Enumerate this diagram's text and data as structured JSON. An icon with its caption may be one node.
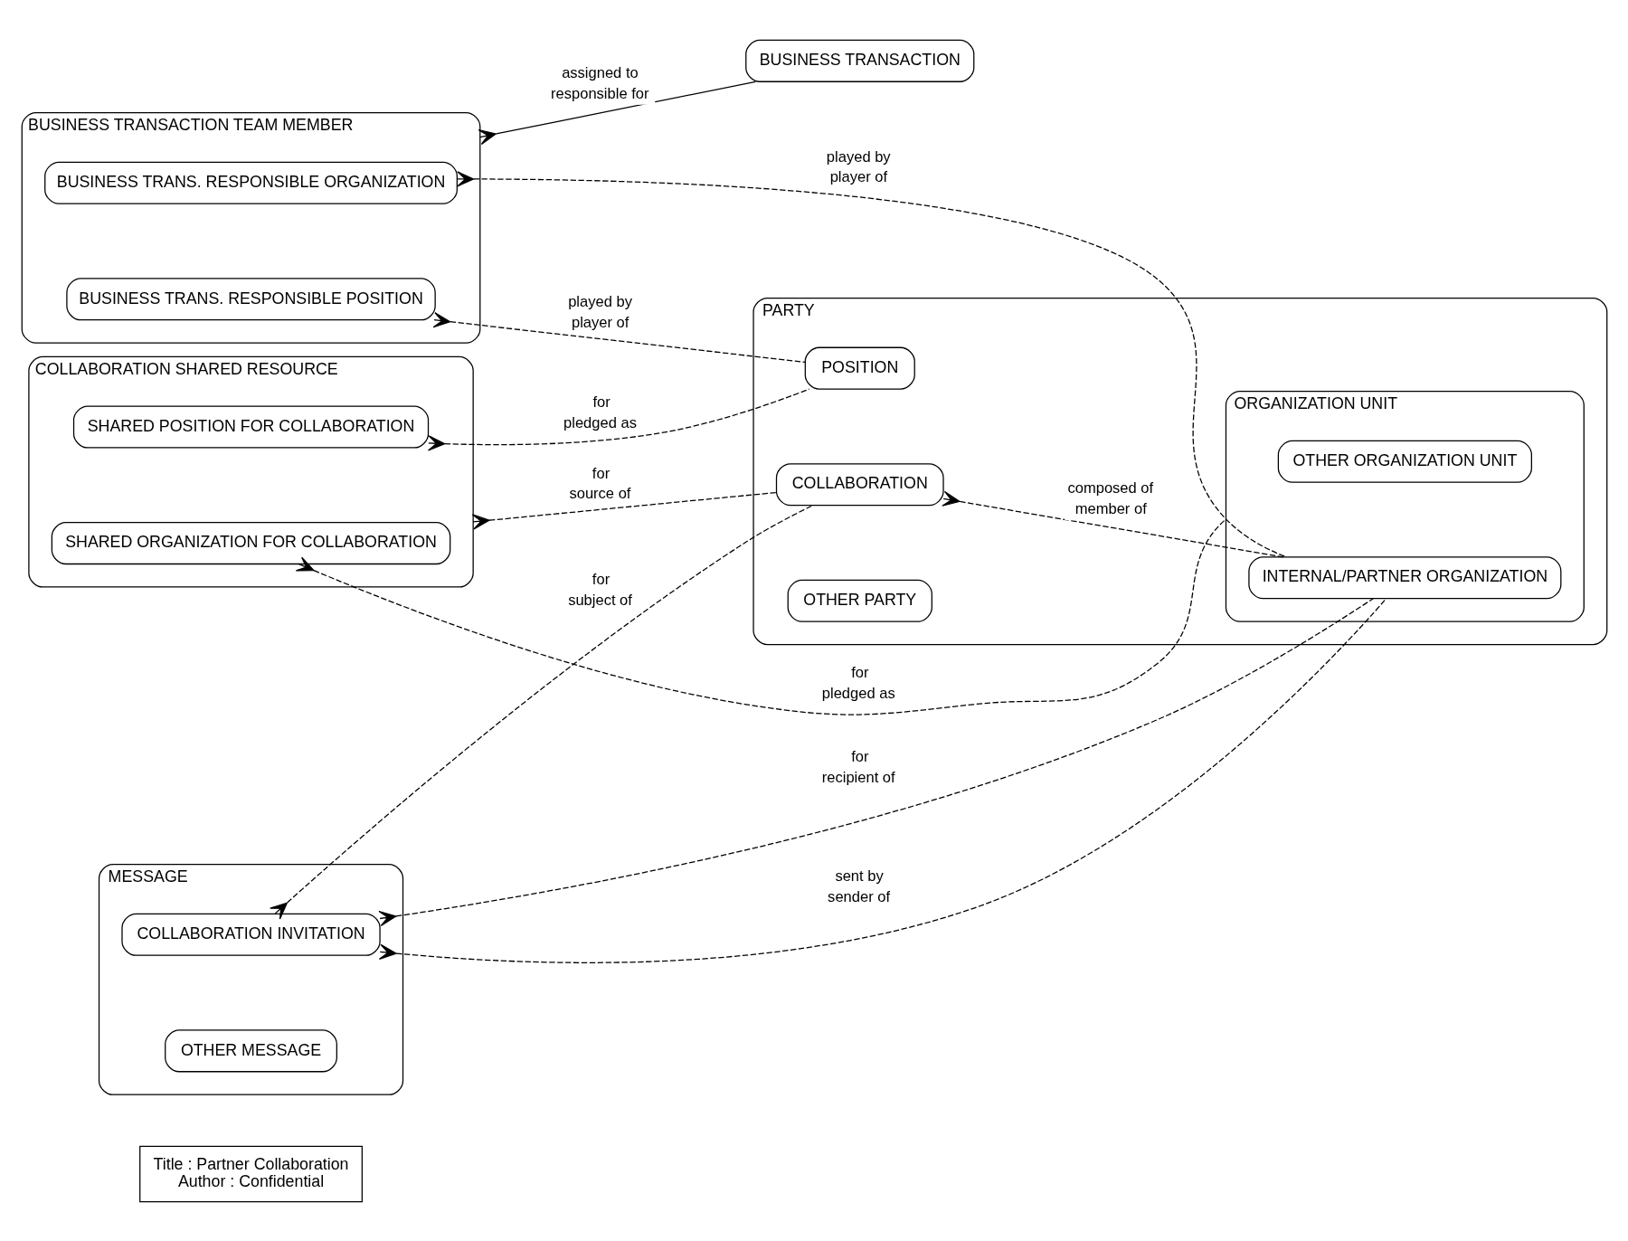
{
  "diagram": {
    "nodes": [
      {
        "text": [
          "Title : Partner Collaboration",
          "Author : Confidential"
        ]
      },
      {
        "text": [
          "BUSINESS TRANSACTION TEAM MEMBER"
        ]
      },
      {
        "text": [
          "BUSINESS TRANS. RESPONSIBLE POSITION"
        ],
        "in": 1
      },
      {
        "text": [
          "BUSINESS TRANS. RESPONSIBLE ORGANIZATION"
        ],
        "in": 1
      },
      {
        "text": [
          "BUSINESS TRANSACTION"
        ]
      },
      {
        "text": [
          "COLLABORATION SHARED RESOURCE"
        ]
      },
      {
        "text": [
          "SHARED POSITION FOR COLLABORATION"
        ],
        "in": 5
      },
      {
        "text": [
          "SHARED ORGANIZATION FOR COLLABORATION"
        ],
        "in": 5
      },
      {
        "text": [
          "MESSAGE"
        ]
      },
      {
        "text": [
          "COLLABORATION INVITATION"
        ],
        "in": 8
      },
      {
        "text": [
          "OTHER MESSAGE"
        ],
        "in": 8
      },
      {
        "text": [
          "PARTY"
        ]
      },
      {
        "text": [
          "POSITION"
        ],
        "in": 11
      },
      {
        "text": [
          "COLLABORATION"
        ],
        "in": 11
      },
      {
        "text": [
          "OTHER PARTY"
        ],
        "in": 11
      },
      {
        "text": [
          "ORGANIZATION UNIT"
        ],
        "in": 11
      },
      {
        "text": [
          "INTERNAL/PARTNER ORGANIZATION"
        ],
        "in": 15
      },
      {
        "text": [
          "OTHER ORGANIZATION UNIT"
        ],
        "in": 15
      }
    ],
    "edges": [
      {
        "from": 1,
        "to": 4,
        "arrow": "other",
        "label": "assigned to"
      },
      {
        "from": 2,
        "to": 12,
        "arrow": "other",
        "label": "played by",
        "style": "dashed"
      },
      {
        "from": 3,
        "to": 16,
        "arrow": "other",
        "label": "played by",
        "style": "dashed"
      },
      {
        "from": 6,
        "to": 12,
        "arrow": "other",
        "label": "for",
        "style": "dashed"
      },
      {
        "from": 7,
        "to": 15,
        "arrow": "other",
        "label": "for",
        "style": "dashed"
      },
      {
        "from": 5,
        "to": 13,
        "arrow": "other",
        "label": "for",
        "style": "dashed"
      },
      {
        "from": 13,
        "to": 16,
        "arrow": "other",
        "label": "composed of",
        "style": "dashed"
      },
      {
        "from": 9,
        "to": 13,
        "arrow": "other",
        "label": "for",
        "style": "dashed"
      },
      {
        "from": 9,
        "to": 16,
        "arrow": "other",
        "label": "for",
        "style": "dashed"
      },
      {
        "from": 9,
        "to": 16,
        "arrow": "other",
        "label": "sent by",
        "style": "dashed"
      }
    ],
    "labels": [
      "responsible for",
      "player of",
      "player of",
      "pledged as",
      "pledged as",
      "source of",
      "member of",
      "subject of",
      "recipient of",
      "sender of"
    ]
  }
}
